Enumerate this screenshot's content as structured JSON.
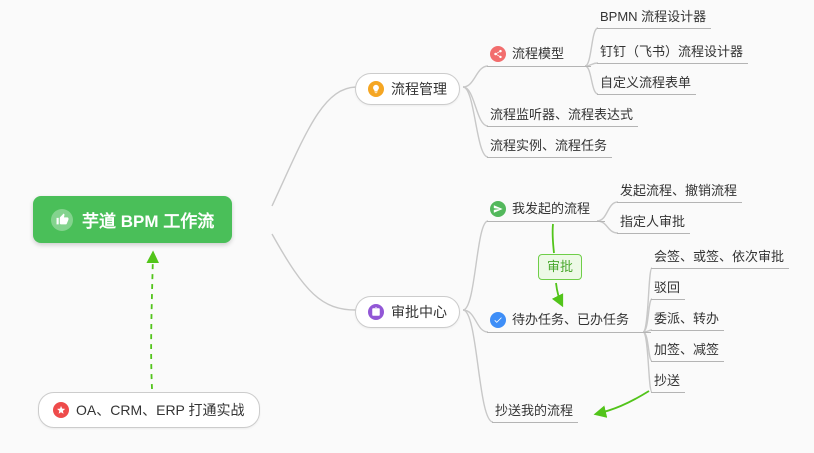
{
  "root": {
    "label": "芋道 BPM 工作流"
  },
  "nodes": {
    "process_mgmt": {
      "label": "流程管理"
    },
    "process_model": {
      "label": "流程模型"
    },
    "bpmn_designer": {
      "label": "BPMN 流程设计器"
    },
    "dingtalk_designer": {
      "label": "钉钉（飞书）流程设计器"
    },
    "custom_form": {
      "label": "自定义流程表单"
    },
    "listener_expression": {
      "label": "流程监听器、流程表达式"
    },
    "instance_task": {
      "label": "流程实例、流程任务"
    },
    "approval_center": {
      "label": "审批中心"
    },
    "my_initiated": {
      "label": "我发起的流程"
    },
    "initiate_cancel": {
      "label": "发起流程、撤销流程"
    },
    "assignee_approval": {
      "label": "指定人审批"
    },
    "todo_done": {
      "label": "待办任务、已办任务"
    },
    "countersign": {
      "label": "会签、或签、依次审批"
    },
    "reject": {
      "label": "驳回"
    },
    "delegate_transfer": {
      "label": "委派、转办"
    },
    "add_remove_sign": {
      "label": "加签、减签"
    },
    "cc": {
      "label": "抄送"
    },
    "cc_my_process": {
      "label": "抄送我的流程"
    },
    "practice": {
      "label": "OA、CRM、ERP 打通实战"
    }
  },
  "relationship": {
    "label": "审批"
  },
  "colors": {
    "root_green": "#4abf59",
    "arrow_green": "#52c41a",
    "connector_gray": "#c8c8c8",
    "underline_gray": "#b4b4b4",
    "icon_orange": "#f5a623",
    "icon_red": "#f26d6d",
    "icon_purple": "#9257d6",
    "icon_green": "#53b85c",
    "icon_blue": "#3e8ef7",
    "icon_star_red": "#ee4b4b",
    "text": "#333333"
  }
}
